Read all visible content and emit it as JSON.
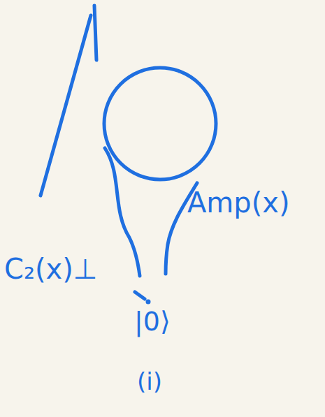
{
  "diagram": {
    "labels": [
      "C₂(x)⊥",
      "Amp(x)",
      "|0⟩",
      "(i)"
    ]
  }
}
